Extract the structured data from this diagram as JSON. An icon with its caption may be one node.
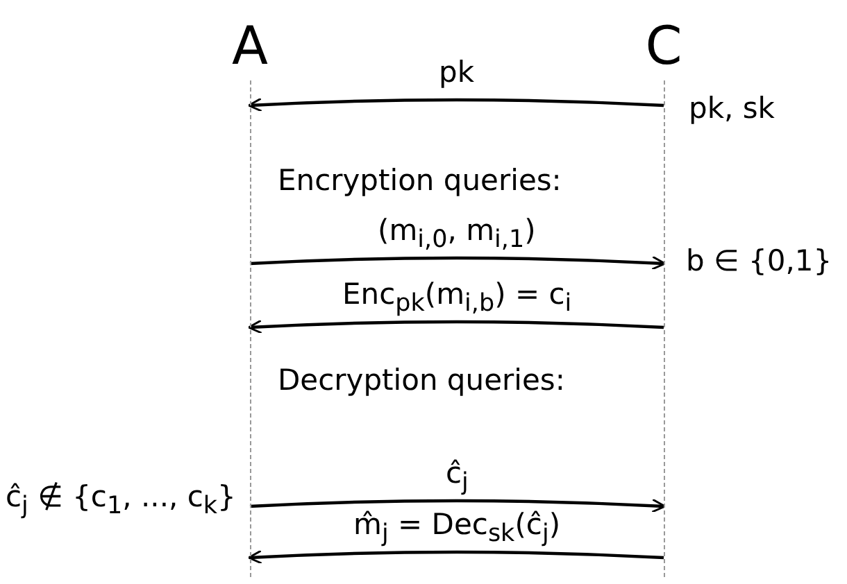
{
  "diagram": {
    "nodes": [
      {
        "text": [
          "A"
        ]
      },
      {
        "text": [
          "C"
        ],
        "beside": [
          "pk, sk"
        ]
      }
    ],
    "edges": [
      {
        "from": 1,
        "to": 0,
        "arrow": "to",
        "label": "pk"
      },
      {
        "from": 0,
        "to": 1,
        "arrow": "to",
        "label": "(m$_{i,0}$, m$_{i,1}$)"
      },
      {
        "from": 1,
        "to": 0,
        "arrow": "to",
        "label": "Enc$_{pk}$(m$_{i,b}$) = c$_{i}$"
      },
      {
        "from": 0,
        "to": 1,
        "arrow": "to",
        "label": "ĉ$_{j}$"
      },
      {
        "from": 1,
        "to": 0,
        "arrow": "to",
        "label": "m̂$_{j}$ = Dec$_{sk}$(ĉ$_{j}$)"
      }
    ],
    "labels": [
      "Encryption queries:",
      "b ∈ {0,1}",
      "Decryption queries:",
      "ĉ$_{j}$ ∉ {c$_{1}$, ..., c$_{k}$}"
    ]
  }
}
